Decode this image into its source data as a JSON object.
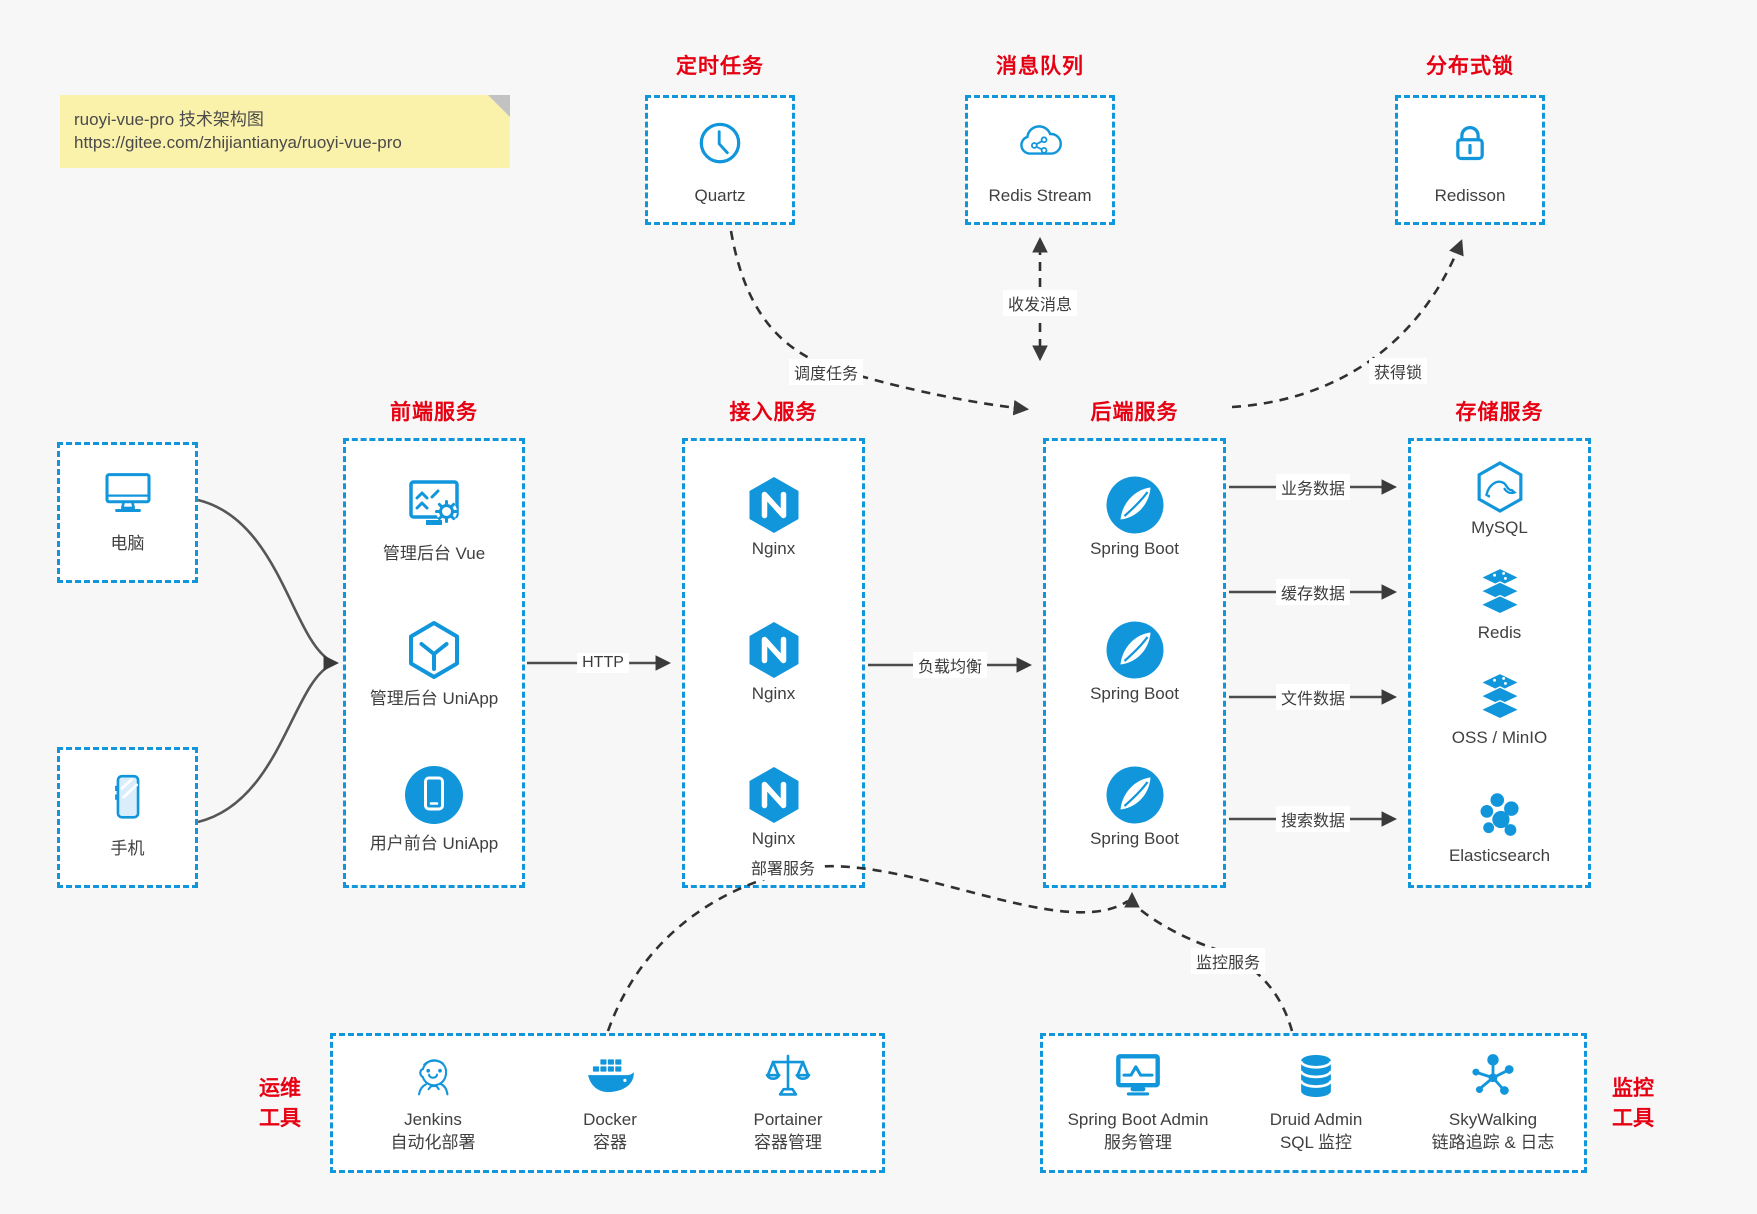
{
  "note": {
    "line1": "ruoyi-vue-pro 技术架构图",
    "line2": "https://gitee.com/zhijiantianya/ruoyi-vue-pro"
  },
  "top_services": [
    {
      "title": "定时任务",
      "icon": "clock-icon",
      "label": "Quartz"
    },
    {
      "title": "消息队列",
      "icon": "redis-stream-cloud-icon",
      "label": "Redis Stream"
    },
    {
      "title": "分布式锁",
      "icon": "lock-icon",
      "label": "Redisson"
    }
  ],
  "clients": [
    {
      "icon": "desktop-icon",
      "label": "电脑"
    },
    {
      "icon": "smartphone-icon",
      "label": "手机"
    }
  ],
  "columns": [
    {
      "title": "前端服务",
      "items": [
        {
          "icon": "admin-vue-icon",
          "label": "管理后台 Vue"
        },
        {
          "icon": "uniapp-cube-icon",
          "label": "管理后台 UniApp"
        },
        {
          "icon": "user-app-icon",
          "label": "用户前台 UniApp"
        }
      ]
    },
    {
      "title": "接入服务",
      "items": [
        {
          "icon": "nginx-icon",
          "label": "Nginx"
        },
        {
          "icon": "nginx-icon",
          "label": "Nginx"
        },
        {
          "icon": "nginx-icon",
          "label": "Nginx"
        }
      ]
    },
    {
      "title": "后端服务",
      "items": [
        {
          "icon": "spring-boot-icon",
          "label": "Spring Boot"
        },
        {
          "icon": "spring-boot-icon",
          "label": "Spring Boot"
        },
        {
          "icon": "spring-boot-icon",
          "label": "Spring Boot"
        }
      ]
    },
    {
      "title": "存储服务",
      "items": [
        {
          "icon": "mysql-icon",
          "label": "MySQL"
        },
        {
          "icon": "redis-stack-icon",
          "label": "Redis"
        },
        {
          "icon": "storage-stack-icon",
          "label": "OSS / MinIO"
        },
        {
          "icon": "elasticsearch-icon",
          "label": "Elasticsearch"
        }
      ]
    }
  ],
  "tool_groups": [
    {
      "side_label_line1": "运维",
      "side_label_line2": "工具",
      "items": [
        {
          "icon": "jenkins-icon",
          "label": "Jenkins",
          "sublabel": "自动化部署"
        },
        {
          "icon": "docker-icon",
          "label": "Docker",
          "sublabel": "容器"
        },
        {
          "icon": "portainer-icon",
          "label": "Portainer",
          "sublabel": "容器管理"
        }
      ]
    },
    {
      "side_label_line1": "监控",
      "side_label_line2": "工具",
      "items": [
        {
          "icon": "spring-boot-admin-icon",
          "label": "Spring Boot Admin",
          "sublabel": "服务管理"
        },
        {
          "icon": "druid-icon",
          "label": "Druid Admin",
          "sublabel": "SQL 监控"
        },
        {
          "icon": "skywalking-icon",
          "label": "SkyWalking",
          "sublabel": "链路追踪 & 日志"
        }
      ]
    }
  ],
  "edges": {
    "http": "HTTP",
    "load_balance": "负载均衡",
    "business_data": "业务数据",
    "cache_data": "缓存数据",
    "file_data": "文件数据",
    "search_data": "搜索数据",
    "schedule_task": "调度任务",
    "send_receive_message": "收发消息",
    "acquire_lock": "获得锁",
    "deploy_service": "部署服务",
    "monitor_service": "监控服务"
  },
  "colors": {
    "accent_blue": "#1296db",
    "title_red": "#e60012",
    "note_bg": "#faf1ab",
    "arrow_dark": "#3a3a3a",
    "page_bg": "#f7f7f8"
  }
}
